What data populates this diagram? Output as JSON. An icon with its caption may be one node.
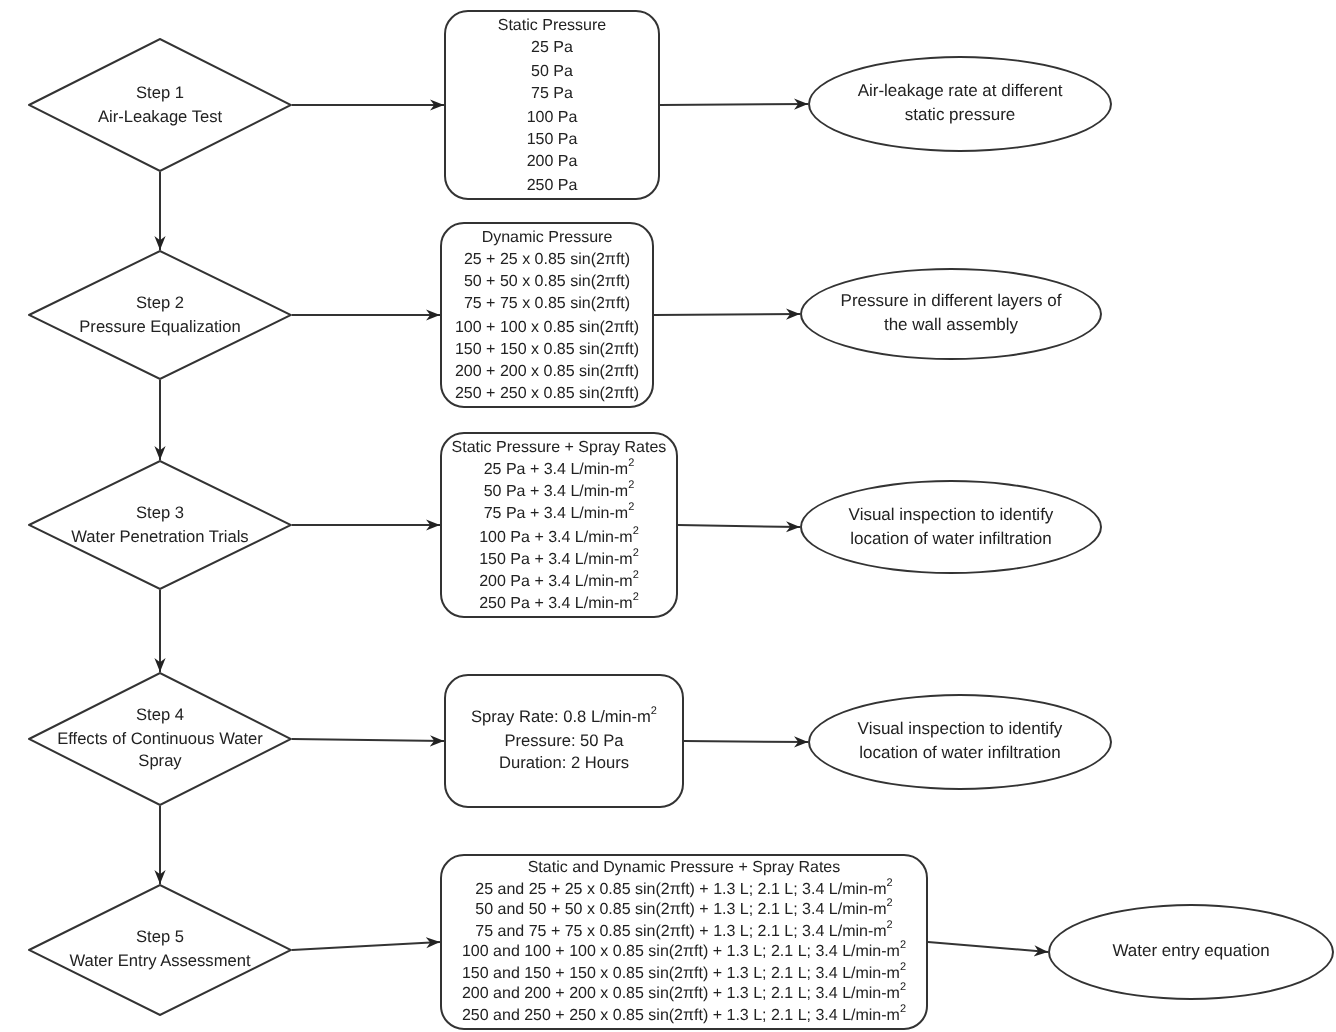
{
  "diagram": {
    "nodes": [
      {
        "text": [
          "Step 1",
          "Air-Leakage Test"
        ]
      },
      {
        "text": [
          "Static Pressure",
          "25 Pa",
          "50 Pa",
          "75 Pa",
          "100 Pa",
          "150 Pa",
          "200 Pa",
          "250 Pa"
        ]
      },
      {
        "text": [
          "Air-leakage rate at different static pressure"
        ]
      },
      {
        "text": [
          "Step 2",
          "Pressure Equalization"
        ]
      },
      {
        "text": [
          "Dynamic Pressure",
          "25 + 25 x 0.85 sin(2πft)",
          "50 + 50 x 0.85 sin(2πft)",
          "75 + 75 x 0.85 sin(2πft)",
          "100 + 100 x 0.85 sin(2πft)",
          "150 + 150 x 0.85 sin(2πft)",
          "200 + 200 x 0.85 sin(2πft)",
          "250 + 250 x 0.85 sin(2πft)"
        ]
      },
      {
        "text": [
          "Pressure in different layers of the wall assembly"
        ]
      },
      {
        "text": [
          "Step 3",
          "Water Penetration Trials"
        ]
      },
      {
        "text": [
          "Static Pressure + Spray Rates",
          "25 Pa + 3.4 L/min-m$^{2}$",
          "50 Pa + 3.4 L/min-m$^{2}$",
          "75 Pa + 3.4 L/min-m$^{2}$",
          "100 Pa + 3.4 L/min-m$^{2}$",
          "150 Pa + 3.4 L/min-m$^{2}$",
          "200 Pa + 3.4 L/min-m$^{2}$",
          "250 Pa + 3.4 L/min-m$^{2}$"
        ]
      },
      {
        "text": [
          "Visual inspection to identify location of water infiltration"
        ]
      },
      {
        "text": [
          "Step 4",
          "Effects of Continuous Water Spray"
        ]
      },
      {
        "text": [
          "Spray Rate: 0.8 L/min-m$^{2}$",
          "Pressure: 50 Pa",
          "Duration: 2 Hours"
        ]
      },
      {
        "text": [
          "Visual inspection to identify location of water infiltration"
        ]
      },
      {
        "text": [
          "Step 5",
          "Water Entry Assessment"
        ]
      },
      {
        "text": [
          "Static and Dynamic Pressure + Spray Rates",
          "25 and 25 + 25 x 0.85 sin(2πft) + 1.3 L; 2.1 L; 3.4 L/min-m$^{2}$",
          "50 and 50 + 50 x 0.85 sin(2πft) + 1.3 L; 2.1 L; 3.4 L/min-m$^{2}$",
          "75 and 75 + 75 x 0.85 sin(2πft) + 1.3 L; 2.1 L; 3.4 L/min-m$^{2}$",
          "100 and 100 + 100 x 0.85 sin(2πft) + 1.3 L; 2.1 L; 3.4 L/min-m$^{2}$",
          "150 and 150 + 150 x 0.85 sin(2πft) + 1.3 L; 2.1 L; 3.4 L/min-m$^{2}$",
          "200 and 200 + 200 x 0.85 sin(2πft) + 1.3 L; 2.1 L; 3.4 L/min-m$^{2}$",
          "250 and 250 + 250 x 0.85 sin(2πft) + 1.3 L; 2.1 L; 3.4 L/min-m$^{2}$"
        ]
      },
      {
        "text": [
          "Water entry equation"
        ]
      }
    ],
    "edges": [
      {
        "from": 0,
        "to": 1,
        "arrow": "to"
      },
      {
        "from": 1,
        "to": 2,
        "arrow": "to"
      },
      {
        "from": 0,
        "to": 3,
        "arrow": "to"
      },
      {
        "from": 3,
        "to": 4,
        "arrow": "to"
      },
      {
        "from": 4,
        "to": 5,
        "arrow": "to"
      },
      {
        "from": 3,
        "to": 6,
        "arrow": "to"
      },
      {
        "from": 6,
        "to": 7,
        "arrow": "to"
      },
      {
        "from": 7,
        "to": 8,
        "arrow": "to"
      },
      {
        "from": 6,
        "to": 9,
        "arrow": "to"
      },
      {
        "from": 9,
        "to": 10,
        "arrow": "to"
      },
      {
        "from": 10,
        "to": 11,
        "arrow": "to"
      },
      {
        "from": 9,
        "to": 12,
        "arrow": "to"
      },
      {
        "from": 12,
        "to": 13,
        "arrow": "to"
      },
      {
        "from": 13,
        "to": 14,
        "arrow": "to"
      }
    ]
  }
}
